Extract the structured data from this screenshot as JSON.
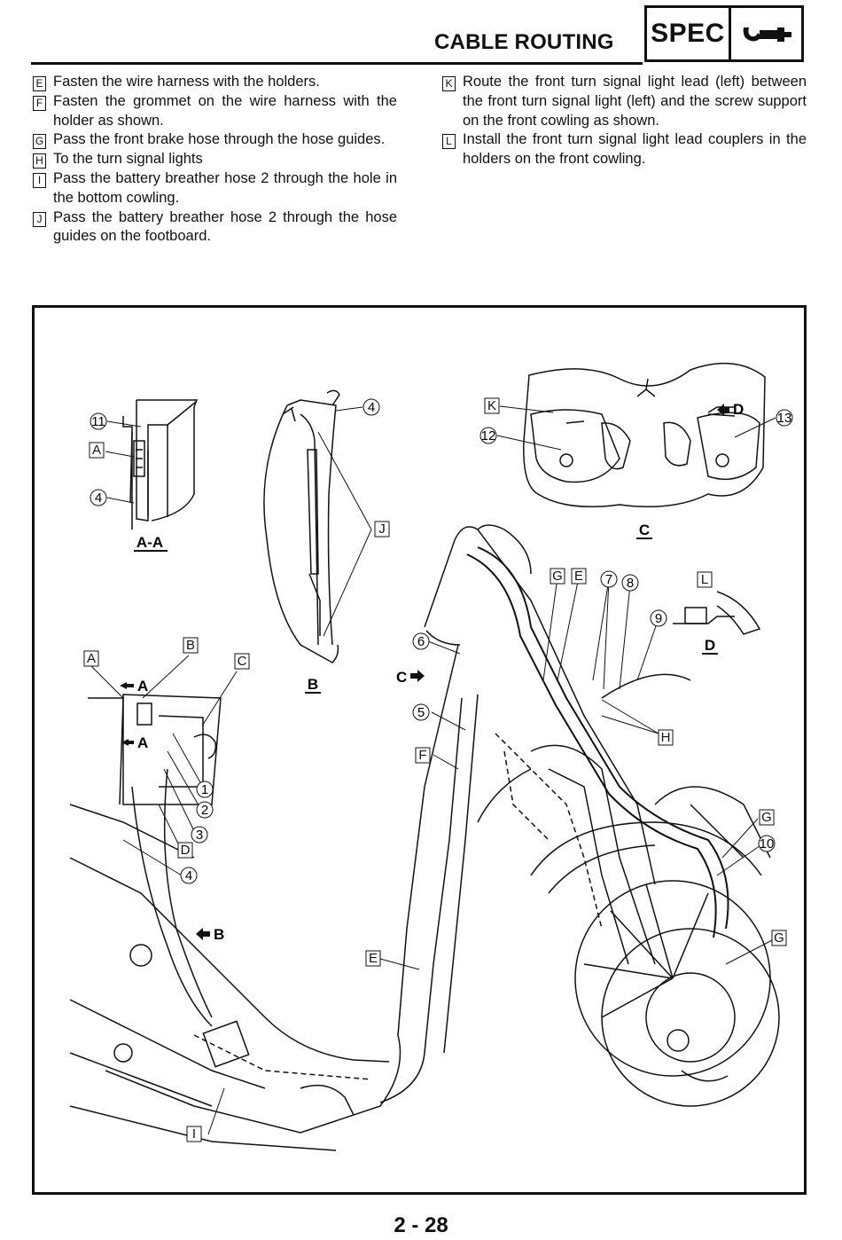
{
  "header": {
    "title": "CABLE ROUTING",
    "badge": "SPEC",
    "badge_icon": "wrench-gauge-icon"
  },
  "instructions_left": [
    {
      "key": "E",
      "text": "Fasten the wire harness with the holders."
    },
    {
      "key": "F",
      "text": "Fasten the grommet on the wire harness with the holder as shown."
    },
    {
      "key": "G",
      "text": "Pass the front brake hose through the hose guides."
    },
    {
      "key": "H",
      "text": "To the turn signal lights"
    },
    {
      "key": "I",
      "text": "Pass the battery breather hose 2 through the hole in the bottom cowling."
    },
    {
      "key": "J",
      "text": "Pass the battery breather hose 2 through the hose guides on the footboard."
    }
  ],
  "instructions_right": [
    {
      "key": "K",
      "text": "Route the front turn signal light lead (left) between the front turn signal light (left) and the screw support on the front cowling as shown."
    },
    {
      "key": "L",
      "text": "Install the front turn signal light lead couplers in the holders on the front cowling."
    }
  ],
  "figure": {
    "views": {
      "aa": "A-A",
      "b": "B",
      "c": "C",
      "d": "D"
    },
    "arrows": {
      "a": "A",
      "b": "B",
      "c": "C",
      "d": "D"
    },
    "callouts": {
      "n1": "1",
      "n2": "2",
      "n3": "3",
      "n4": "4",
      "n5": "5",
      "n6": "6",
      "n7": "7",
      "n8": "8",
      "n9": "9",
      "n10": "10",
      "n11": "11",
      "n12": "12",
      "n13": "13"
    },
    "keys": {
      "A": "A",
      "B": "B",
      "C": "C",
      "D": "D",
      "E": "E",
      "F": "F",
      "G": "G",
      "H": "H",
      "I": "I",
      "J": "J",
      "K": "K",
      "L": "L"
    }
  },
  "footer": {
    "page_number": "2 - 28"
  }
}
